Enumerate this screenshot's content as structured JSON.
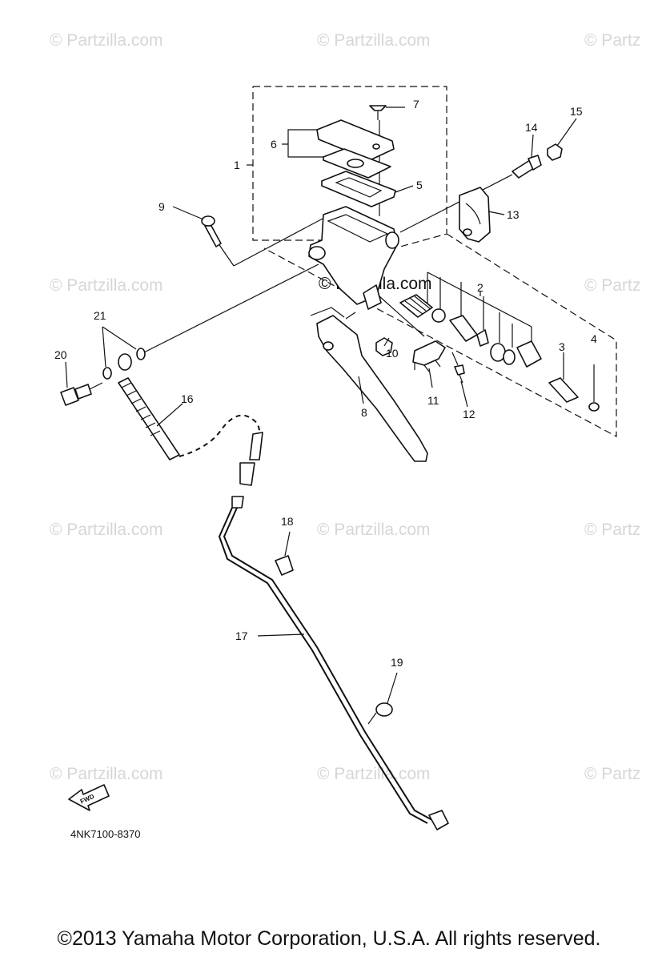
{
  "watermark": "© Partzilla.com",
  "watermark_partial": "© Partz",
  "callouts": {
    "p1": "1",
    "p2": "2",
    "p3": "3",
    "p4": "4",
    "p5": "5",
    "p6": "6",
    "p7": "7",
    "p8": "8",
    "p9": "9",
    "p10": "10",
    "p11": "11",
    "p12": "12",
    "p13": "13",
    "p14": "14",
    "p15": "15",
    "p16": "16",
    "p17": "17",
    "p18": "18",
    "p19": "19",
    "p20": "20",
    "p21": "21"
  },
  "fwd_label": "FWD",
  "diagram_code": "4NK7100-8370",
  "copyright": "©2013  Yamaha Motor Corporation, U.S.A. All rights reserved."
}
